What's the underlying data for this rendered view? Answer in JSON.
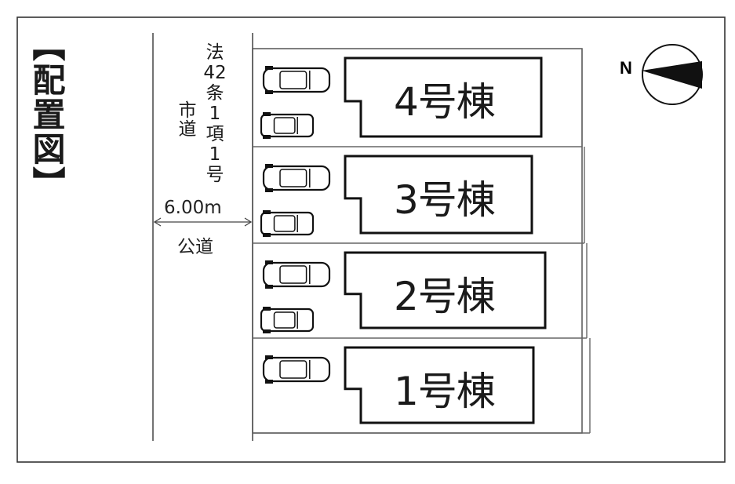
{
  "title": "【配置図】",
  "road": {
    "label_lines": [
      "法",
      "42",
      "条",
      "1",
      "項",
      "1",
      "号"
    ],
    "sub_label": "市道",
    "width": "6.00m",
    "type": "公道"
  },
  "compass": {
    "letter": "N",
    "icon": "north-arrow-icon"
  },
  "lots": [
    {
      "label": "4号棟",
      "cars": 2
    },
    {
      "label": "3号棟",
      "cars": 2
    },
    {
      "label": "2号棟",
      "cars": 2
    },
    {
      "label": "1号棟",
      "cars": 1
    }
  ],
  "colors": {
    "ink": "#1a1a1a",
    "frame": "#333333"
  }
}
